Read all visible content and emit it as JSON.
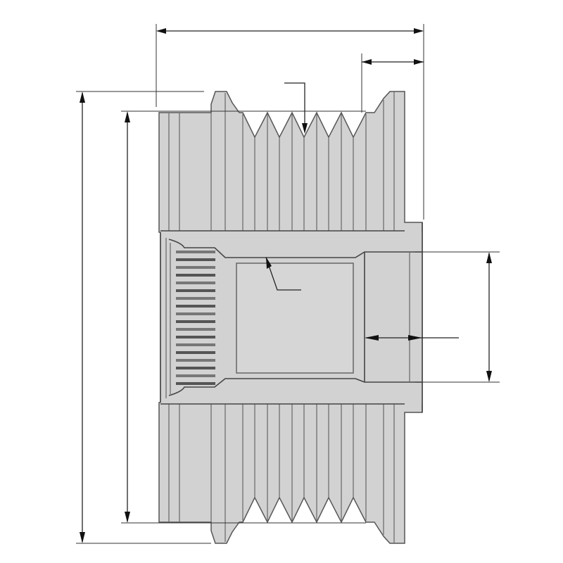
{
  "drawing": {
    "subject": "",
    "colors": {
      "part_fill": "#d2d2d2",
      "line": "#222222",
      "background": "#ffffff"
    },
    "dimension_lines": [
      "overall-width",
      "flange-width",
      "outer-diameter",
      "groove-diameter",
      "bore-diameter",
      "bore-depth"
    ],
    "leaders": [
      "groove-leader",
      "recess-leader"
    ]
  }
}
